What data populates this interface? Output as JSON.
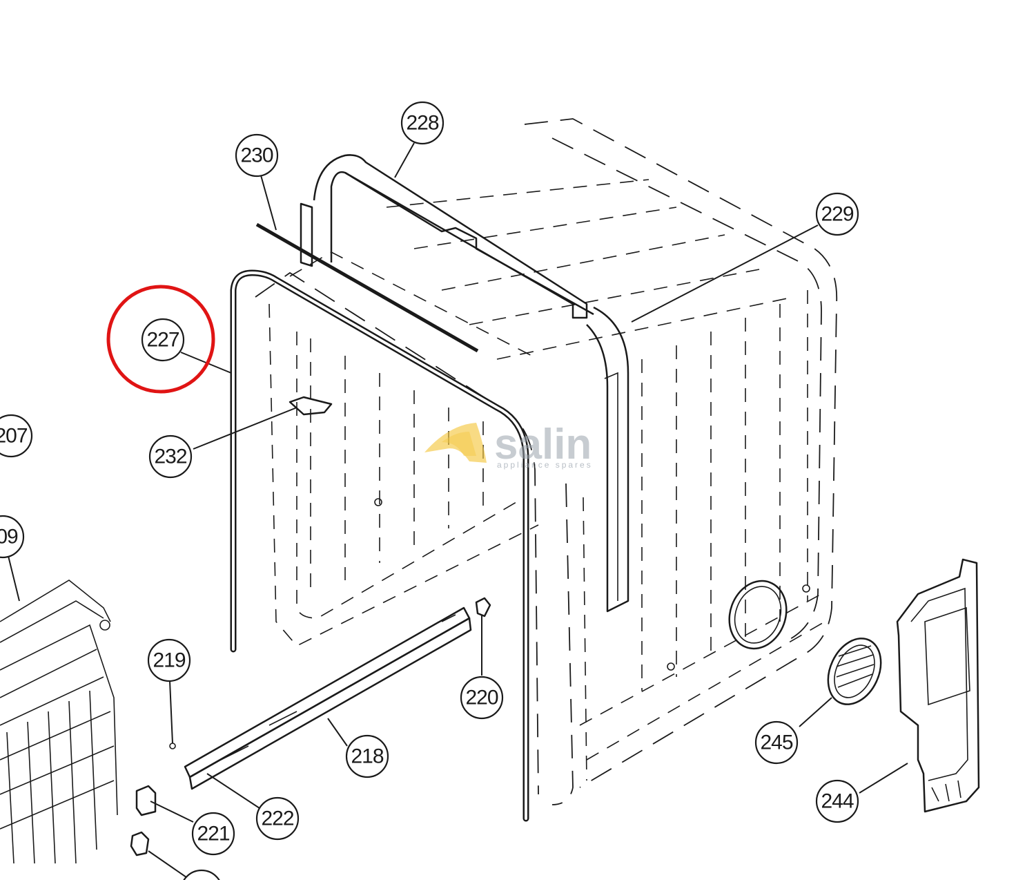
{
  "callouts": [
    {
      "id": "c227",
      "label": "227"
    },
    {
      "id": "c228",
      "label": "228"
    },
    {
      "id": "c229",
      "label": "229"
    },
    {
      "id": "c230",
      "label": "230"
    },
    {
      "id": "c232",
      "label": "232"
    },
    {
      "id": "c207",
      "label": "207"
    },
    {
      "id": "c209",
      "label": "09"
    },
    {
      "id": "c219",
      "label": "219"
    },
    {
      "id": "c220",
      "label": "220"
    },
    {
      "id": "c218",
      "label": "218"
    },
    {
      "id": "c221",
      "label": "221"
    },
    {
      "id": "c222",
      "label": "222"
    },
    {
      "id": "c245",
      "label": "245"
    },
    {
      "id": "c244",
      "label": "244"
    }
  ],
  "highlighted_part": "227",
  "watermark": {
    "brand": "salin",
    "tagline": "appliance spares"
  },
  "colors": {
    "line": "#1a1a1a",
    "highlight": "#e01414",
    "watermark_gray": "#9aa3ad",
    "watermark_yellow": "#f5c842"
  }
}
